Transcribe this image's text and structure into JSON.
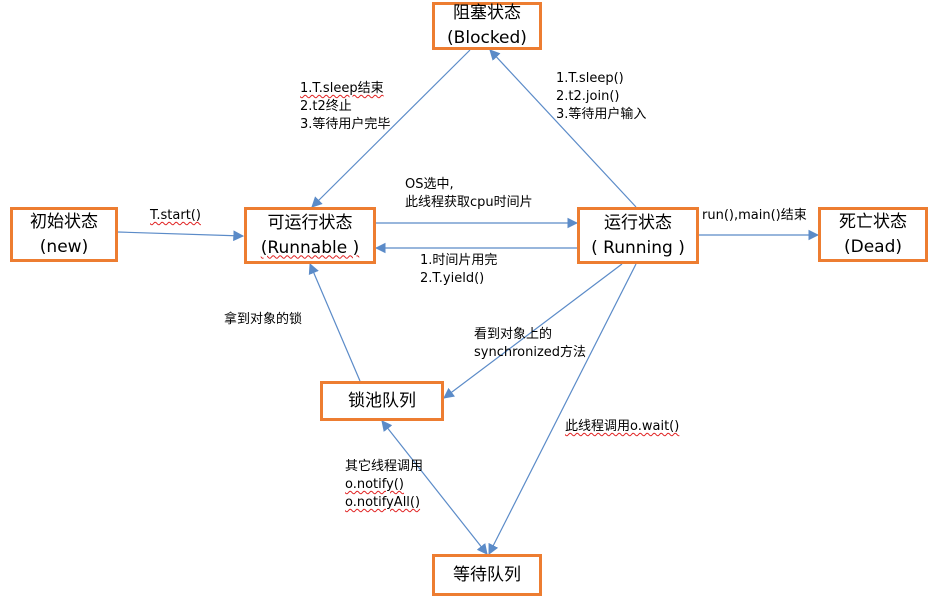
{
  "colors": {
    "box_border": "#ED7D31",
    "arrow": "#5B8BC8"
  },
  "states": {
    "blocked": {
      "line1": "阻塞状态",
      "line2": "(Blocked)"
    },
    "initial": {
      "line1": "初始状态",
      "line2": "(new)"
    },
    "runnable": {
      "line1": "可运行状态",
      "line2": "(Runnable )"
    },
    "running": {
      "line1": "运行状态",
      "line2": "( Running )"
    },
    "dead": {
      "line1": "死亡状态",
      "line2": "(Dead)"
    },
    "lock_pool": {
      "line1": "锁池队列"
    },
    "wait_queue": {
      "line1": "等待队列"
    }
  },
  "transitions": {
    "start": "T.start()",
    "blocked_to_runnable": [
      "1.T.sleep结束",
      "2.t2终止",
      "3.等待用户完毕"
    ],
    "running_to_blocked": [
      "1.T.sleep()",
      "2.t2.join()",
      "3.等待用户输入"
    ],
    "runnable_to_running": [
      "OS选中,",
      "此线程获取cpu时间片"
    ],
    "running_to_runnable": [
      "1.时间片用完",
      "2.T.yield()"
    ],
    "running_to_dead": "run(),main()结束",
    "lock_to_runnable": "拿到对象的锁",
    "running_to_lock": [
      "看到对象上的",
      "synchronized方法"
    ],
    "running_to_wait": "此线程调用o.wait()",
    "wait_to_lock": [
      "其它线程调用",
      "o.notify()",
      "o.notifyAll()"
    ]
  }
}
